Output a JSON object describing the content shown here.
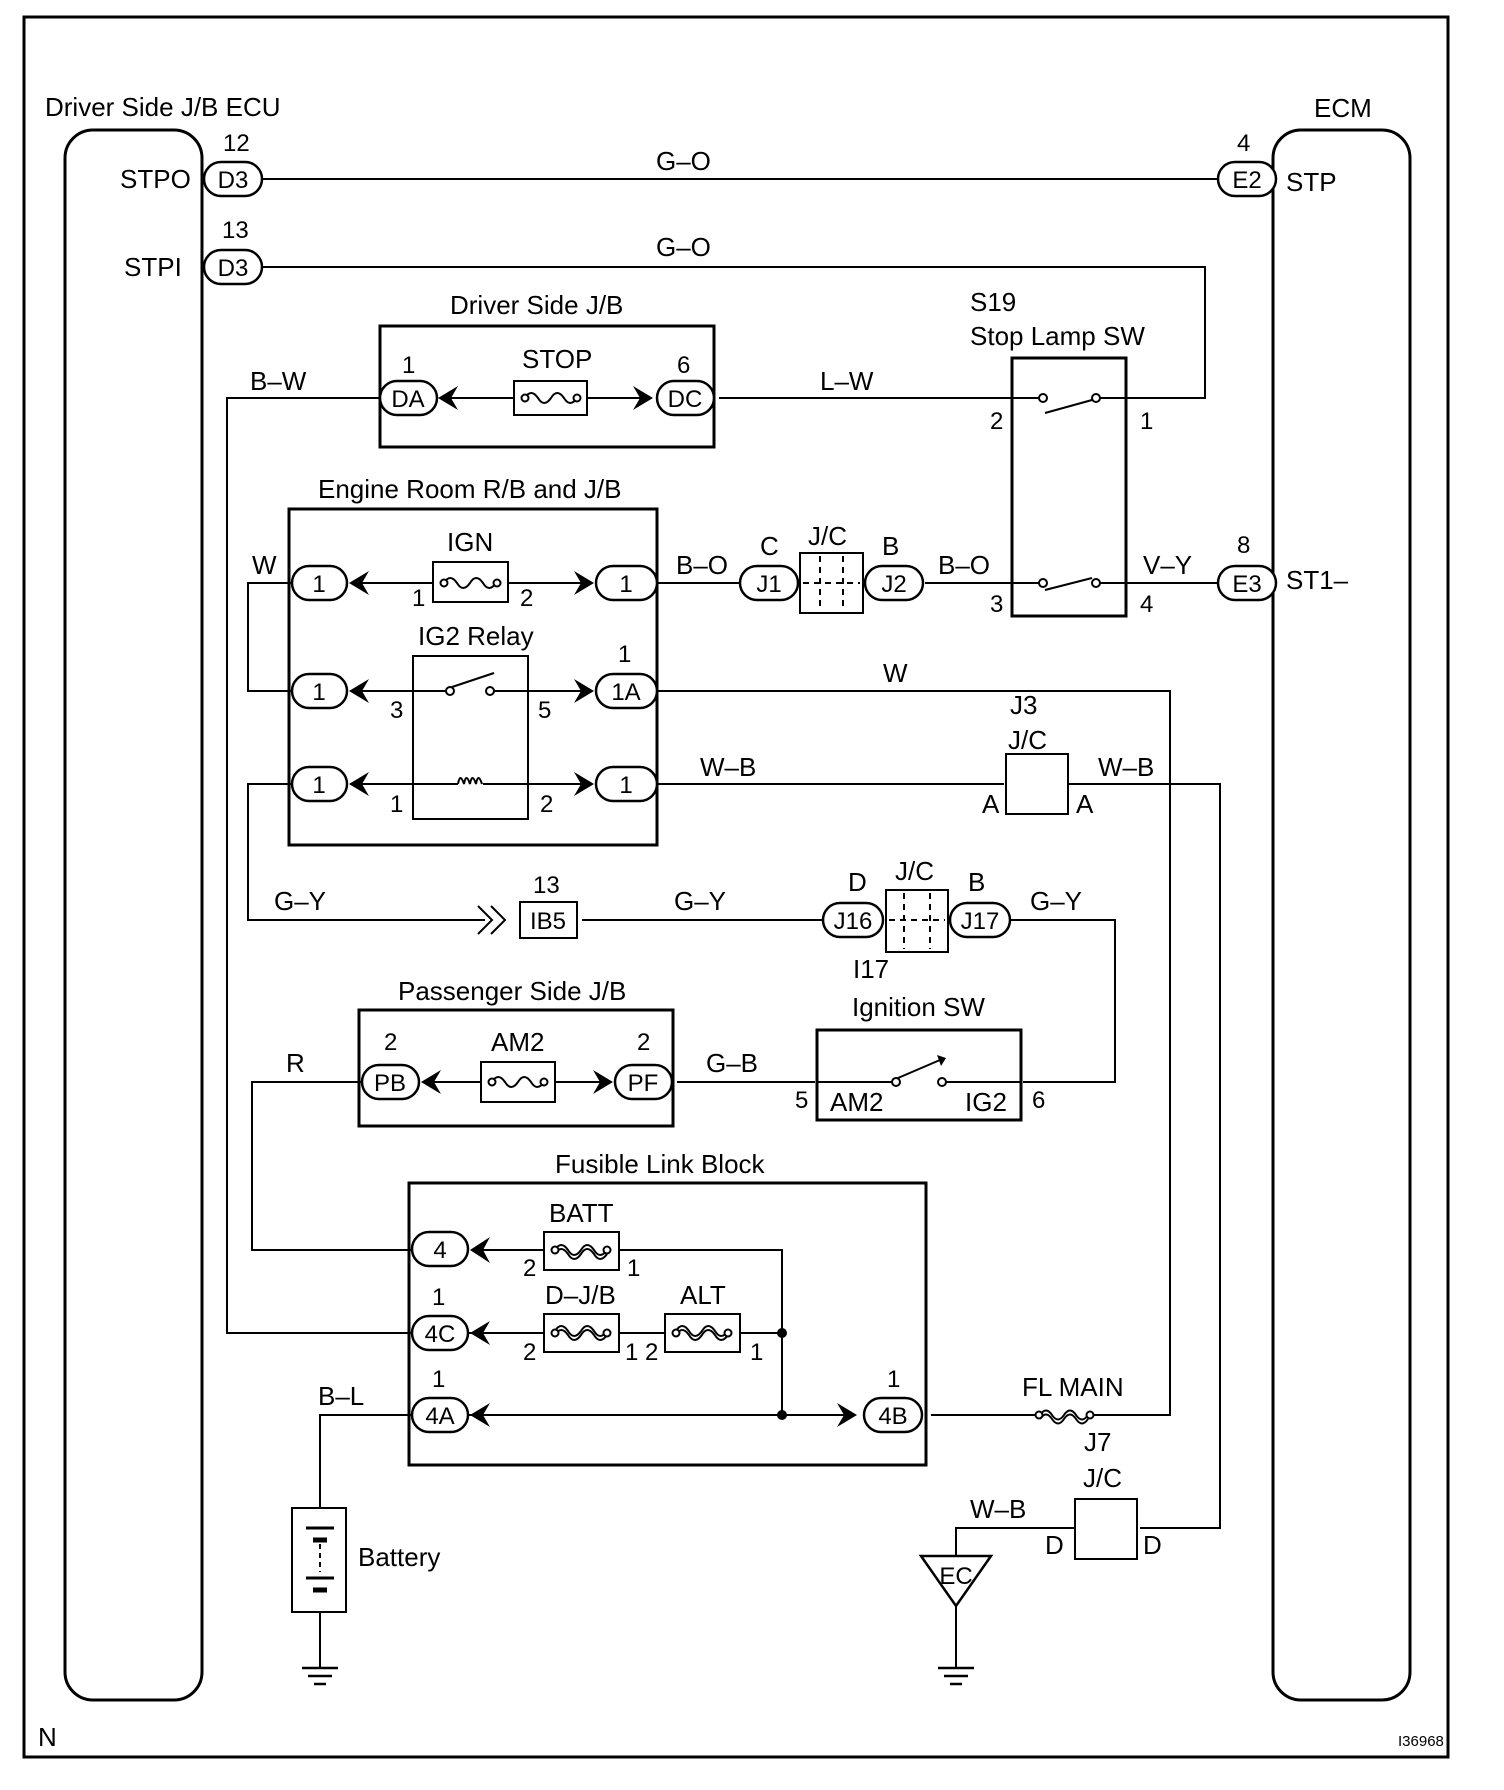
{
  "blocks": {
    "driver_jb_ecu": "Driver Side J/B ECU",
    "ecm": "ECM",
    "driver_jb": "Driver Side J/B",
    "stop_lamp_code": "S19",
    "stop_lamp": "Stop Lamp SW",
    "engine_room": "Engine Room R/B and J/B",
    "ig2_relay": "IG2 Relay",
    "passenger_jb": "Passenger Side J/B",
    "ignition_sw": "Ignition SW",
    "ignition_code": "I17",
    "fusible": "Fusible Link Block",
    "battery": "Battery"
  },
  "signals": {
    "stpo": "STPO",
    "stpi": "STPI",
    "stp": "STP",
    "st1": "ST1–",
    "am2_terminal": "AM2",
    "ig2_terminal": "IG2"
  },
  "fuses": {
    "stop": "STOP",
    "ign": "IGN",
    "am2": "AM2",
    "batt": "BATT",
    "djb": "D–J/B",
    "alt": "ALT",
    "fl_main": "FL MAIN"
  },
  "connectors": {
    "d3": "D3",
    "e2": "E2",
    "e3": "E3",
    "da": "DA",
    "dc": "DC",
    "j1": "J1",
    "j2": "J2",
    "j16": "J16",
    "j17": "J17",
    "ib5": "IB5",
    "pb": "PB",
    "pf": "PF",
    "c1": "1",
    "c1a": "1A",
    "c4": "4",
    "c4c": "4C",
    "c4a": "4A",
    "c4b": "4B",
    "ec": "EC"
  },
  "junctions": {
    "jc": "J/C",
    "j3": "J3",
    "j7": "J7",
    "a": "A",
    "b": "B",
    "c": "C",
    "d": "D"
  },
  "wires": {
    "g_o": "G–O",
    "b_w": "B–W",
    "l_w": "L–W",
    "w": "W",
    "b_o": "B–O",
    "v_y": "V–Y",
    "w_b": "W–B",
    "g_y": "G–Y",
    "r": "R",
    "g_b": "G–B",
    "b_l": "B–L"
  },
  "pins": {
    "p1": "1",
    "p2": "2",
    "p3": "3",
    "p4": "4",
    "p5": "5",
    "p6": "6",
    "p8": "8",
    "p12": "12",
    "p13": "13"
  },
  "footer": {
    "corner": "N",
    "figure_id": "I36968"
  }
}
